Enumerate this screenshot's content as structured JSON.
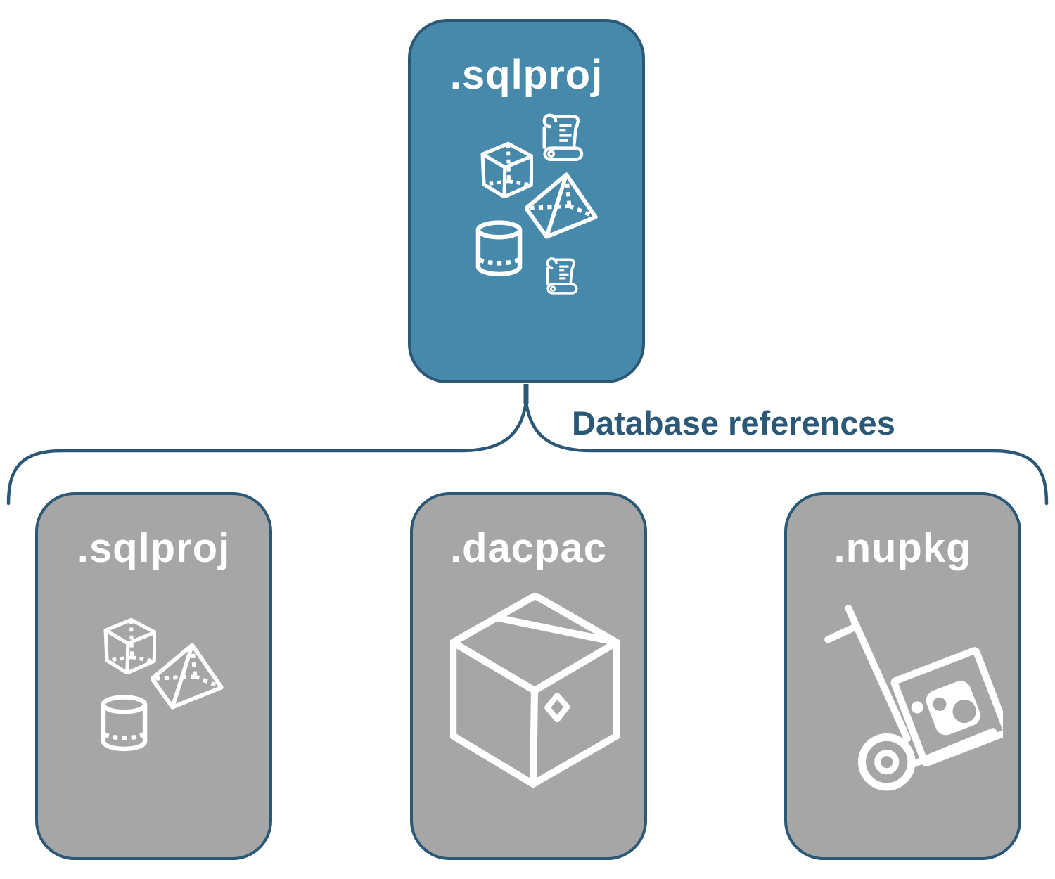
{
  "parent": {
    "label": ".sqlproj",
    "icons": [
      "cube-icon",
      "scroll-icon",
      "pyramid-icon",
      "cylinder-icon",
      "scroll-icon"
    ]
  },
  "connector": {
    "label": "Database references"
  },
  "children": [
    {
      "label": ".sqlproj",
      "icons": [
        "cube-icon",
        "pyramid-icon",
        "cylinder-icon"
      ]
    },
    {
      "label": ".dacpac",
      "icons": [
        "package-box-icon"
      ]
    },
    {
      "label": ".nupkg",
      "icons": [
        "nuget-handtruck-icon"
      ]
    }
  ],
  "colors": {
    "parent_fill": "#4789ab",
    "child_fill": "#a6a6a6",
    "outline": "#2b5876",
    "icon": "#ffffff",
    "label_text": "#2b5876",
    "title_text": "#ffffff",
    "background": "#ffffff"
  }
}
